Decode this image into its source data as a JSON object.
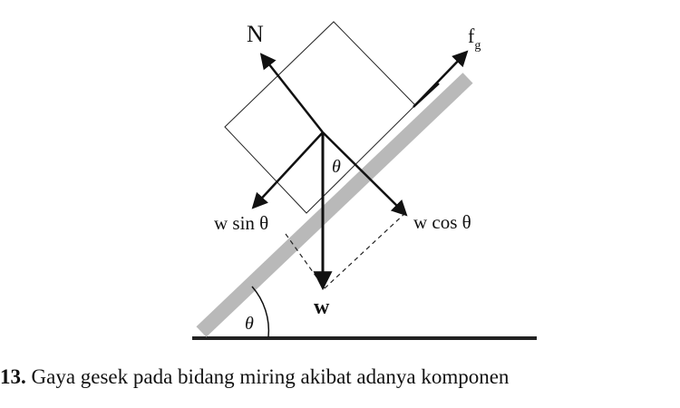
{
  "diagram": {
    "labels": {
      "normal": "N",
      "friction_base": "f",
      "friction_sub": "g",
      "w_sin": "w sin θ",
      "w_cos": "w cos θ",
      "weight": "w",
      "theta_block": "θ",
      "theta_base": "θ"
    },
    "colors": {
      "incline": "#b9b9b9",
      "ground": "#222222",
      "arrows": "#111111",
      "block": "#222222"
    }
  },
  "caption": {
    "number": "13.",
    "text": "Gaya gesek pada bidang miring akibat adanya komponen"
  }
}
